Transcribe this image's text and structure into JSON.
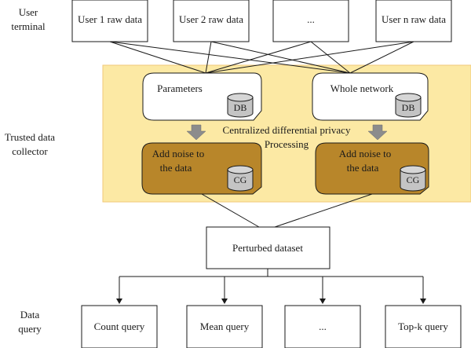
{
  "layers": {
    "user_terminal": [
      "User",
      "terminal"
    ],
    "trusted_collector": [
      "Trusted data",
      "collector"
    ],
    "data_query": [
      "Data",
      "query"
    ]
  },
  "users": [
    "User 1 raw data",
    "User 2 raw data",
    "...",
    "User n raw data"
  ],
  "collector": {
    "left_top": {
      "label": "Parameters",
      "db": "DB"
    },
    "right_top": {
      "label": "Whole network",
      "db": "DB"
    },
    "center": [
      "Centralized differential privacy",
      "Processing"
    ],
    "left_bottom": {
      "label": [
        "Add noise to",
        "the data"
      ],
      "db": "CG"
    },
    "right_bottom": {
      "label": [
        "Add noise to",
        "the data"
      ],
      "db": "CG"
    }
  },
  "perturbed": "Perturbed dataset",
  "queries": [
    "Count query",
    "Mean query",
    "...",
    "Top-k query"
  ],
  "colors": {
    "band": "#fce9a4",
    "band_border": "#f0c97a",
    "noise_box": "#b8862a",
    "cylinder": "#c4c4c4",
    "arrow": "#8c8c8c"
  }
}
